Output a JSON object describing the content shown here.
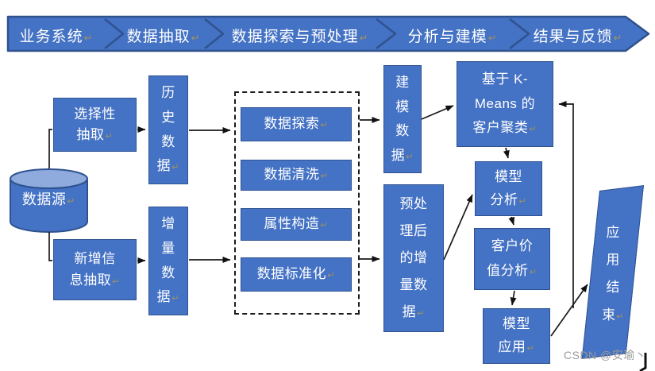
{
  "banner": {
    "items": [
      {
        "label": "业务系统↵"
      },
      {
        "label": "数据抽取↵"
      },
      {
        "label": "数据探索与预处理↵"
      },
      {
        "label": "分析与建模↵"
      },
      {
        "label": "结果与反馈↵"
      }
    ]
  },
  "nodes": {
    "datasource": {
      "label": "数据源↵"
    },
    "selective_extract": {
      "lines": [
        "选择性",
        "抽取↵"
      ]
    },
    "historical_data": {
      "chars": [
        "历",
        "史",
        "数",
        "据↵"
      ]
    },
    "new_info_extract": {
      "lines": [
        "新增信",
        "息抽取↵"
      ]
    },
    "incremental_data": {
      "chars": [
        "增",
        "量",
        "数",
        "据↵"
      ]
    },
    "data_explore": {
      "label": "数据探索↵"
    },
    "data_clean": {
      "label": "数据清洗↵"
    },
    "attr_construct": {
      "label": "属性构造↵"
    },
    "data_standardize": {
      "label": "数据标准化↵"
    },
    "modeling_data": {
      "chars": [
        "建",
        "模",
        "数",
        "据↵"
      ]
    },
    "kmeans": {
      "lines": [
        "基于 K-",
        "Means 的",
        "客户聚类↵"
      ]
    },
    "model_analysis": {
      "lines": [
        "模型",
        "分析↵"
      ]
    },
    "customer_value": {
      "lines": [
        "客户价",
        "值分析↵"
      ]
    },
    "model_apply": {
      "lines": [
        "模型",
        "应用↵"
      ]
    },
    "preprocessed": {
      "lines": [
        "预处",
        "理后",
        "的增",
        "量数",
        "据↵"
      ]
    },
    "app_end": {
      "chars": [
        "应",
        "用",
        "结",
        "束↵"
      ]
    }
  },
  "watermark": {
    "text": "CSDN @安瑜丶"
  },
  "colors": {
    "box_fill": "#4472C4",
    "box_border": "#2F528F",
    "cylinder_top": "#8FAADC",
    "connector": "#1A1A1A",
    "return_mark": "#9A9168",
    "watermark": "#9B9B9B"
  }
}
